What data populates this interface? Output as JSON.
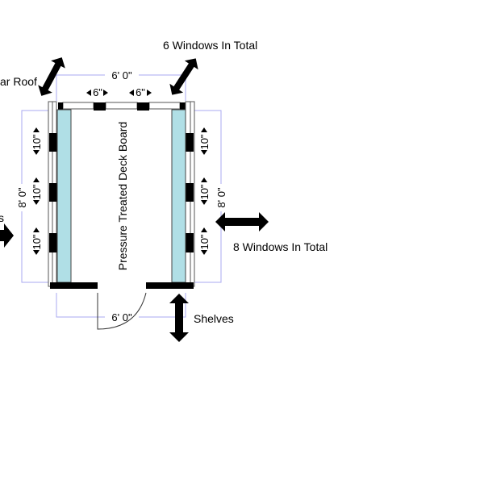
{
  "labels": {
    "top_right_note": "6 Windows In Total",
    "top_left_note": "ar Roof",
    "left_note": "s",
    "right_note": "8 Windows In Total",
    "bottom_note": "Shelves",
    "floor": "Pressure Treated Deck Board"
  },
  "dimensions": {
    "top_width": "6' 0\"",
    "top_gap_1": "6\"",
    "top_gap_2": "6\"",
    "left_length": "8' 0\"",
    "right_length": "8' 0\"",
    "bottom_width": "6' 0\"",
    "left_gaps": [
      "10\"",
      "10\"",
      "10\""
    ],
    "right_gaps": [
      "10\"",
      "10\"",
      "10\""
    ]
  },
  "colors": {
    "panel": "#b0dfe6",
    "dimension_line": "#a8a8f0"
  }
}
